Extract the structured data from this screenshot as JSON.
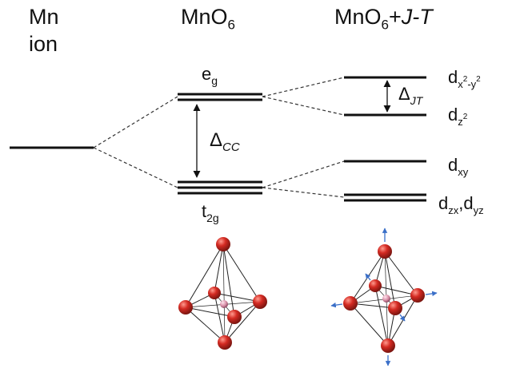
{
  "headers": {
    "col1_line1": "Mn",
    "col1_line2": "ion",
    "col2_main": "MnO",
    "col2_sub": "6",
    "col3_main": "MnO",
    "col3_sub": "6",
    "col3_plus": "+",
    "col3_jt": "J-T"
  },
  "levels": {
    "eg": {
      "main": "e",
      "sub": "g"
    },
    "t2g": {
      "main": "t",
      "sub": "2g"
    },
    "delta_cc": {
      "main": "Δ",
      "sub": "CC"
    },
    "delta_jt": {
      "main": "Δ",
      "sub": "JT"
    },
    "d_x2y2": {
      "main": "d",
      "sub_a": "x",
      "sup_a": "2",
      "sub_b": "-y",
      "sup_b": "2"
    },
    "d_z2": {
      "main": "d",
      "sub": "z",
      "sup": "2"
    },
    "d_xy": {
      "main": "d",
      "sub": "xy"
    },
    "d_zx_yz": {
      "main_a": "d",
      "sub_a": "zx",
      "comma": ",",
      "main_b": "d",
      "sub_b": "yz"
    }
  },
  "colors": {
    "line": "#111111",
    "atom_red": "#d42a22",
    "arrow_blue": "#3a6fc8"
  }
}
